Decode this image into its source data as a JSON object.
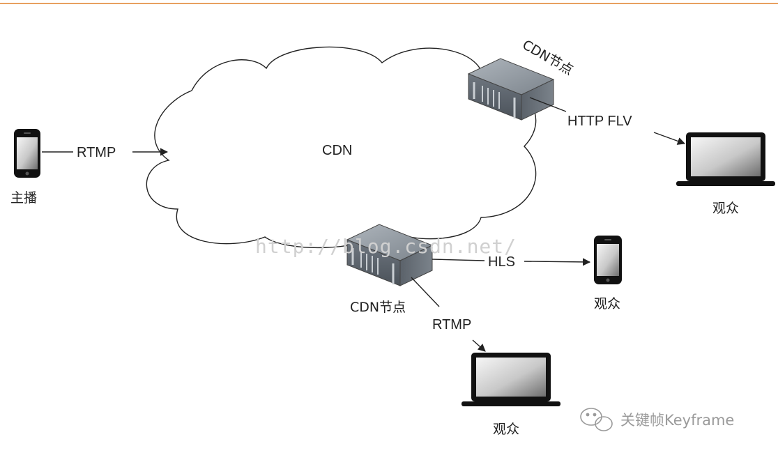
{
  "diagram": {
    "cloud_label": "CDN",
    "broadcaster_label": "主播",
    "rtmp_upload_label": "RTMP",
    "cdn_node_top_label": "CDN节点",
    "http_flv_label": "HTTP FLV",
    "viewer_top_right_label": "观众",
    "cdn_node_bottom_label": "CDN节点",
    "hls_label": "HLS",
    "viewer_phone_label": "观众",
    "rtmp_pull_label": "RTMP",
    "viewer_laptop_bottom_label": "观众",
    "watermark_text": "http://blog.csdn.net/",
    "brand_text": "关键帧Keyframe"
  },
  "colors": {
    "top_rule": "#e8a060",
    "stroke": "#222222",
    "server_body": "#8a929b",
    "screen_gradient_start": "#f4f4f4",
    "screen_gradient_end": "#7a7a7a"
  }
}
